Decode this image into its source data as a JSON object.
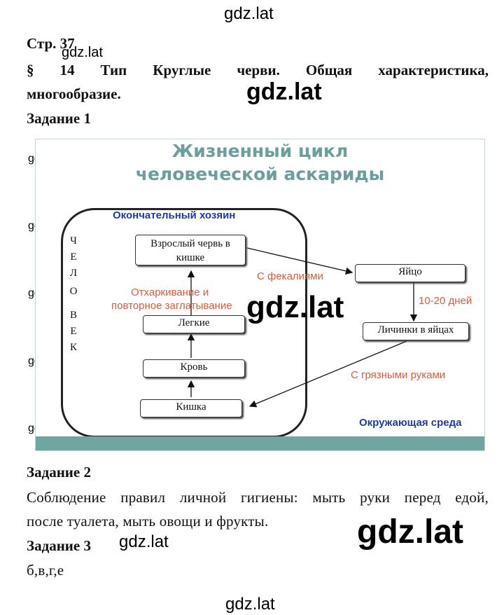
{
  "watermarks": [
    "gdz.lat",
    "gdz.lat",
    "gdz.lat",
    "gdz.lat",
    "gdz.lat",
    "gdz.lat",
    "gdz.lat",
    "gdz.lat",
    "gdz.lat",
    "gdz.lat",
    "gdz.lat",
    "gdz.lat",
    "gdz.lat"
  ],
  "page": {
    "page_label": "Стр. 37",
    "section_line1": "§ 14 Тип Круглые черви. Общая характеристика,",
    "section_line2": "многообразие.",
    "task1": "Задание 1",
    "task2": "Задание 2",
    "task2_line1": "Соблюдение правил личной гигиены: мыть руки перед едой,",
    "task2_line2": "после туалета, мыть овощи и фрукты.",
    "task3": "Задание 3",
    "task3_answer": "б,в,г,е"
  },
  "diagram": {
    "title_line1": "Жизненный цикл",
    "title_line2": "человеческой аскариды",
    "final_host": "Окончательный хозяин",
    "environment": "Окружающая среда",
    "vertical_word": [
      "Ч",
      "Е",
      "Л",
      "О",
      "В",
      "Е",
      "К"
    ],
    "boxes": {
      "adult_worm": "Взрослый червь в кишке",
      "lungs": "Легкие",
      "blood": "Кровь",
      "intestine": "Кишка",
      "egg": "Яйцо",
      "larvae": "Личинки в яйцах"
    },
    "labels": {
      "with_feces": "С фекалиями",
      "cough_line1": "Отхаркивание и",
      "cough_line2": "повторное заглатывание",
      "days": "10-20 дней",
      "dirty_hands": "С грязными руками"
    },
    "colors": {
      "title": "#6b9e9c",
      "label_red": "#e05a3a",
      "label_blue": "#1f3aa8",
      "band": "#6fa6a2"
    }
  }
}
